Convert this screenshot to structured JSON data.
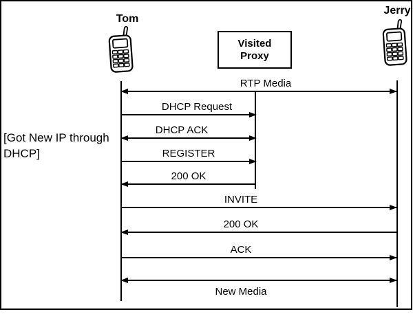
{
  "actors": {
    "tom": {
      "label": "Tom"
    },
    "proxy": {
      "line1": "Visited",
      "line2": "Proxy"
    },
    "jerry": {
      "label": "Jerry"
    }
  },
  "annotation": {
    "line1": "[Got New IP through",
    "line2": "DHCP]"
  },
  "messages": [
    {
      "label": "RTP Media",
      "from": "Tom",
      "to": "Jerry",
      "direction": "both"
    },
    {
      "label": "DHCP Request",
      "from": "Tom",
      "to": "Visited Proxy",
      "direction": "right"
    },
    {
      "label": "DHCP ACK",
      "from": "Visited Proxy",
      "to": "Tom",
      "direction": "both"
    },
    {
      "label": "REGISTER",
      "from": "Tom",
      "to": "Visited Proxy",
      "direction": "right"
    },
    {
      "label": "200 OK",
      "from": "Visited Proxy",
      "to": "Tom",
      "direction": "left"
    },
    {
      "label": "INVITE",
      "from": "Tom",
      "to": "Jerry",
      "direction": "right"
    },
    {
      "label": "200 OK",
      "from": "Jerry",
      "to": "Tom",
      "direction": "left"
    },
    {
      "label": "ACK",
      "from": "Tom",
      "to": "Jerry",
      "direction": "right"
    },
    {
      "label": "New Media",
      "from": "Tom",
      "to": "Jerry",
      "direction": "both"
    }
  ],
  "colors": {
    "line": "#000000",
    "text": "#000000",
    "background": "#ffffff"
  }
}
